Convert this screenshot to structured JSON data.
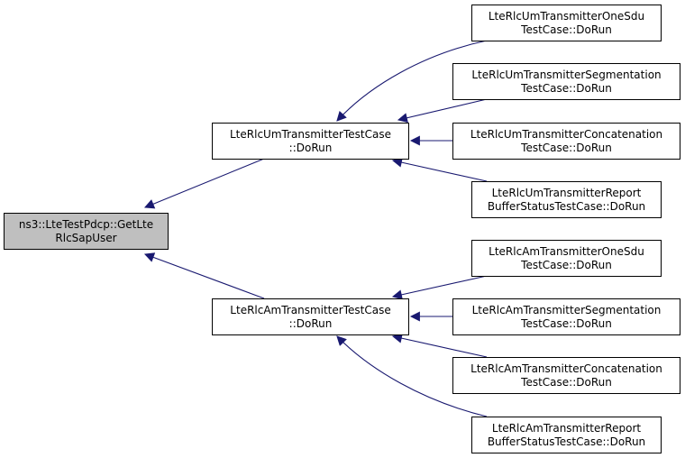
{
  "diagram": {
    "colors": {
      "edge": "#191970",
      "node_border": "#000000",
      "node_fill": "#ffffff",
      "root_fill": "#bfbfbf",
      "text": "#000000"
    },
    "nodes": [
      {
        "id": "root",
        "lines": [
          "ns3::LteTestPdcp::GetLte",
          "RlcSapUser"
        ],
        "highlighted": true
      },
      {
        "id": "um_test",
        "lines": [
          "LteRlcUmTransmitterTestCase",
          "::DoRun"
        ]
      },
      {
        "id": "am_test",
        "lines": [
          "LteRlcAmTransmitterTestCase",
          "::DoRun"
        ]
      },
      {
        "id": "um_onesdu",
        "lines": [
          "LteRlcUmTransmitterOneSdu",
          "TestCase::DoRun"
        ]
      },
      {
        "id": "um_seg",
        "lines": [
          "LteRlcUmTransmitterSegmentation",
          "TestCase::DoRun"
        ]
      },
      {
        "id": "um_concat",
        "lines": [
          "LteRlcUmTransmitterConcatenation",
          "TestCase::DoRun"
        ]
      },
      {
        "id": "um_report",
        "lines": [
          "LteRlcUmTransmitterReport",
          "BufferStatusTestCase::DoRun"
        ]
      },
      {
        "id": "am_onesdu",
        "lines": [
          "LteRlcAmTransmitterOneSdu",
          "TestCase::DoRun"
        ]
      },
      {
        "id": "am_seg",
        "lines": [
          "LteRlcAmTransmitterSegmentation",
          "TestCase::DoRun"
        ]
      },
      {
        "id": "am_concat",
        "lines": [
          "LteRlcAmTransmitterConcatenation",
          "TestCase::DoRun"
        ]
      },
      {
        "id": "am_report",
        "lines": [
          "LteRlcAmTransmitterReport",
          "BufferStatusTestCase::DoRun"
        ]
      }
    ],
    "edges": [
      {
        "from": "um_test",
        "to": "root"
      },
      {
        "from": "am_test",
        "to": "root"
      },
      {
        "from": "um_onesdu",
        "to": "um_test"
      },
      {
        "from": "um_seg",
        "to": "um_test"
      },
      {
        "from": "um_concat",
        "to": "um_test"
      },
      {
        "from": "um_report",
        "to": "um_test"
      },
      {
        "from": "am_onesdu",
        "to": "am_test"
      },
      {
        "from": "am_seg",
        "to": "am_test"
      },
      {
        "from": "am_concat",
        "to": "am_test"
      },
      {
        "from": "am_report",
        "to": "am_test"
      }
    ]
  }
}
